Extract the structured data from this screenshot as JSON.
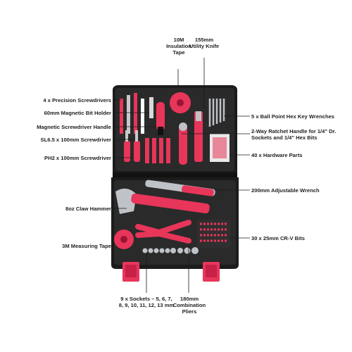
{
  "colors": {
    "case": "#222222",
    "case_dark": "#141414",
    "accent": "#e8355a",
    "metal": "#bfc3c7",
    "leader": "#1a1a1a"
  },
  "labels": {
    "insulation_tape": "10M Insulation Tape",
    "utility_knife": "155mm Utility Knife",
    "precision_screwdrivers": "4 x Precision Screwdrivers",
    "bit_holder": "60mm Magnetic Bit Holder",
    "screwdriver_handle": "Magnetic Screwdriver Handle",
    "sl_screwdriver": "SL6.5 x 100mm Screwdriver",
    "ph_screwdriver": "PH2 x 100mm Screwdriver",
    "hex_key": "5 x Ball Point Hex Key Wrenches",
    "ratchet_handle": "2-Way Ratchet Handle for 1/4\" Dr. Sockets and 1/4\" Hex Bits",
    "hardware_parts": "40 x Hardware Parts",
    "adjustable_wrench": "200mm Adjustable Wrench",
    "claw_hammer": "8oz Claw Hammer",
    "crv_bits": "30 x 25mm CR-V Bits",
    "measuring_tape": "3M Measuring Tape",
    "sockets": "9 x Sockets – 5, 6, 7, 8, 9, 10, 11, 12, 13 mm",
    "pliers": "180mm Combination Pliers"
  }
}
